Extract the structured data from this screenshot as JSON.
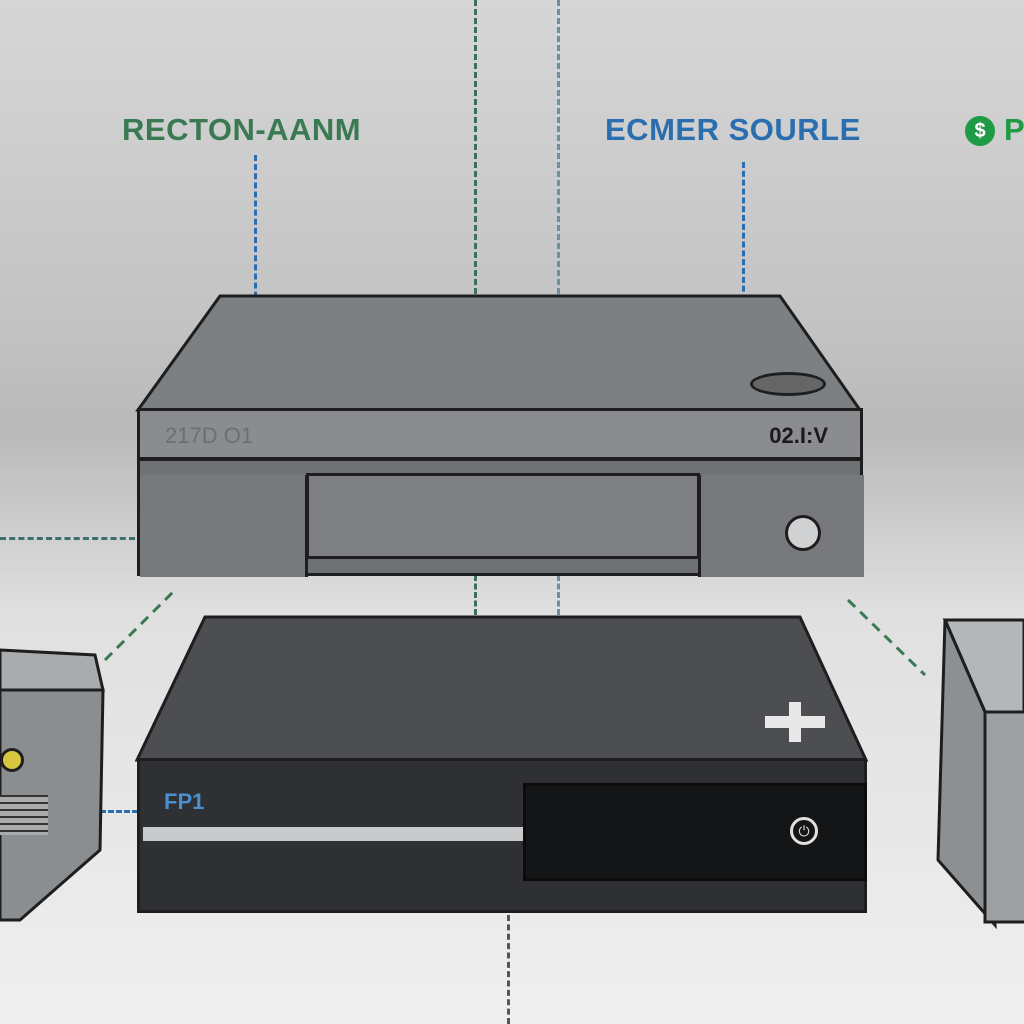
{
  "labels": {
    "left": "RECTON-AANM",
    "center": "ECMER SOURLE",
    "right": "P"
  },
  "top_device": {
    "left_text": "217D O1",
    "right_text": "02.I:V"
  },
  "bottom_device": {
    "brand": "FP1"
  },
  "colors": {
    "green": "#3a7a52",
    "blue": "#2a6eb0",
    "dollar_green": "#1f9a45"
  },
  "icons": [
    "dollar-icon",
    "plus-icon",
    "power-icon",
    "button-icon"
  ]
}
